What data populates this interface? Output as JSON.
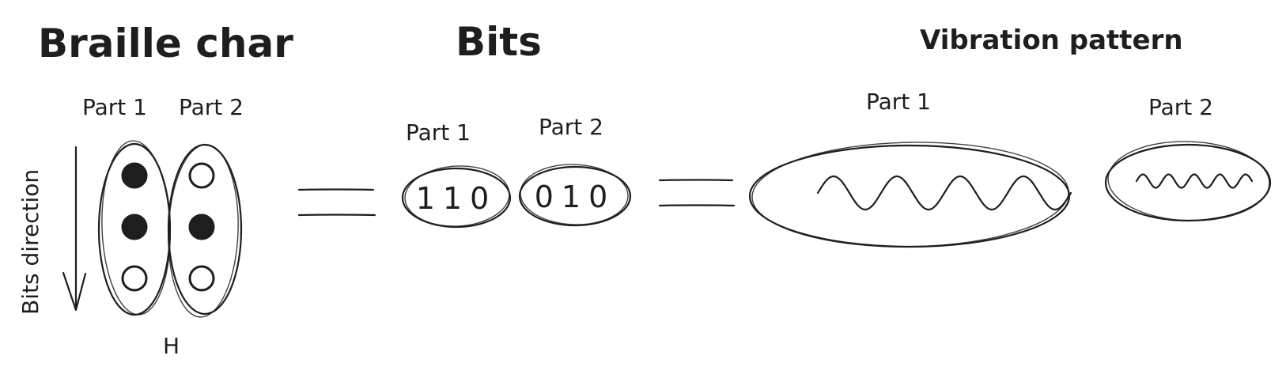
{
  "braille": {
    "title": "Braille char",
    "part1_label": "Part 1",
    "part2_label": "Part 2",
    "direction_label": "Bits direction",
    "char_label": "H",
    "part1_dots": [
      1,
      1,
      0
    ],
    "part2_dots": [
      0,
      1,
      0
    ]
  },
  "bits": {
    "title": "Bits",
    "part1_label": "Part 1",
    "part2_label": "Part 2",
    "part1_value": "110",
    "part2_value": "010"
  },
  "vibration": {
    "title": "Vibration pattern",
    "part1_label": "Part 1",
    "part2_label": "Part 2"
  },
  "colors": {
    "ink": "#1e1e1e",
    "background": "#ffffff"
  }
}
